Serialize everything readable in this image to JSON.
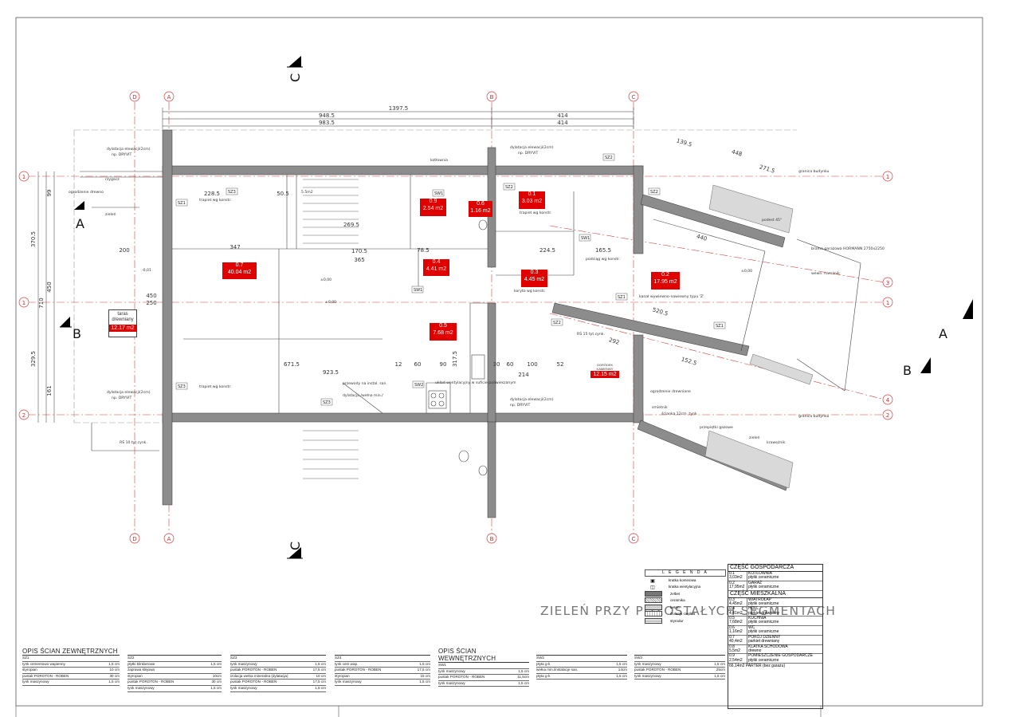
{
  "drawing_title": "ZIELEŃ PRZY POZOSTAŁYCH SEGMENTACH",
  "section_marks": {
    "c": "C",
    "a": "A",
    "b": "B"
  },
  "axes": {
    "d": "D",
    "a": "A",
    "b": "B",
    "c": "C",
    "r1": "1",
    "r2": "2",
    "r3": "3",
    "r4": "4"
  },
  "dims": {
    "d1397": "1397.5",
    "d948": "948.5",
    "d983": "983.5",
    "d414a": "414",
    "d414b": "414",
    "d2285": "228.5",
    "d505": "50.5",
    "d347": "347",
    "d2695": "269.5",
    "d1705": "170.5",
    "d365": "365",
    "d785": "78.5",
    "d2245": "224.5",
    "d1655": "165.5",
    "d6715": "671.5",
    "d9235": "923.5",
    "d3175": "317.5",
    "d214": "214",
    "d3705": "370.5",
    "d450": "450",
    "d3295": "329.5",
    "d710": "710",
    "d1395": "139.5",
    "d448": "448",
    "d2715": "271.5",
    "d440": "440",
    "d5205": "520.5",
    "d1525": "152.5",
    "d292": "292",
    "d200": "200",
    "d450b": "450",
    "d250": "250",
    "d60a": "60",
    "d90": "90",
    "d60b": "60",
    "d100": "100",
    "d52": "52",
    "d12": "12",
    "d30": "30",
    "d161": "161",
    "d99": "99"
  },
  "notes": {
    "n1": "dylatacja elewacji(2cm)",
    "n1b": "np. DRYVIT",
    "n2": "rzygacz",
    "n3": "ogrodzenie drewno",
    "n4": "zieleń",
    "n5": "trapiet wg konstr.",
    "n6": "kotłownia",
    "n7": "dylatacja elewacji(2cm)",
    "n8": "trapiet wg konstr.",
    "n9": "podciąg wg konstr.",
    "n10": "brama garażowa HORMANN 2750x2250",
    "n11": "granica budynku",
    "n12": "granica budynku",
    "n13": "podest 45°",
    "n14": "koryto wg konstr.",
    "n15": "kanał wywiewno-nawiewny typu 'Z'",
    "n16": "RŚ 15 tyt.cynk.",
    "n17": "przewody na instal. san.",
    "n18": "dylatacja /wełna min./",
    "n19": "układ wentylacyjny w suficie podwieszanym",
    "n20": "dylatacja elewacji(2cm)",
    "n21": "ogrodzenie drewniane",
    "n22": "smietnik",
    "n23": "ścianka 12cm ,tynk",
    "n24": "przepiętki gazowe",
    "n25": "zieleń",
    "n26": "krawężnik",
    "n27": "RŚ 10 tyt.cynk.",
    "n28": "±0,00",
    "n29": "±0,00",
    "n30": "±0,00",
    "n31": "-0,01",
    "n32": "trapiet wg konstr.",
    "n33": "wewn. narożnik",
    "n34": "5.5m2"
  },
  "rooms": [
    {
      "num": "0.7",
      "area": "40.04 m2"
    },
    {
      "num": "0.9",
      "area": "2.54 m2"
    },
    {
      "num": "0.6",
      "area": "1.16 m2"
    },
    {
      "num": "0.1",
      "area": "3.03 m2"
    },
    {
      "num": "0.4",
      "area": "4.41 m2"
    },
    {
      "num": "0.3",
      "area": "4.45 m2"
    },
    {
      "num": "0.5",
      "area": "7.68 m2"
    },
    {
      "num": "0.2",
      "area": "17.95 m2"
    },
    {
      "num": "taras drewniany",
      "area": "12.17 m2"
    },
    {
      "num": "OGRÓDEK KAMIENNY",
      "area": "12.15 m2"
    }
  ],
  "legend": {
    "title": "L E G E N D A",
    "items": [
      "kratka kominowa",
      "kratka wentylacyjna",
      "żelbet",
      "ceramika",
      "beton",
      "izolacja cieplna",
      "styrodur"
    ]
  },
  "summary": {
    "h1": "CZĘŚĆ GOSPODARCZA",
    "rows1": [
      {
        "a": "0.1",
        "b": "3,03m2",
        "c": "KOTŁOWNIA",
        "d": "płytki ceramiczne"
      },
      {
        "a": "0.2",
        "b": "17,95m2",
        "c": "GARAŻ",
        "d": "płytki ceramiczne"
      }
    ],
    "h2": "CZĘŚĆ MIESZKALNA",
    "rows2": [
      {
        "a": "0.3",
        "b": "4,45m2",
        "c": "WIATROŁAP",
        "d": "płytki ceramiczne"
      },
      {
        "a": "0.4",
        "b": "4,41m2",
        "c": "HOLL",
        "d": "parkiet drewniany"
      },
      {
        "a": "0.5",
        "b": "7,68m2",
        "c": "KUCHNIA",
        "d": "płytki ceramiczne"
      },
      {
        "a": "0.6",
        "b": "1,16m2",
        "c": "WC",
        "d": "płytki ceramiczne"
      },
      {
        "a": "0.7",
        "b": "40,4m2",
        "c": "POKÓJ DZIENNY",
        "d": "parkiet drewniany"
      },
      {
        "a": "0.8",
        "b": "5,5m2",
        "c": "KLATKA SCHODOWA",
        "d": "drewno"
      },
      {
        "a": "0.9",
        "b": "2,54m2",
        "c": "POMIESZCZENIE GOSPODARCZE",
        "d": "płytki ceramiczne"
      }
    ],
    "total": "66,14m2 PARTER (bez garażu)"
  },
  "wall_tables": [
    {
      "title": "OPIS ŚCIAN ZEWNĘTRZNYCH",
      "code": "SZ1",
      "rows": [
        [
          "tynk cementowo wapienny",
          "1,5 cm"
        ],
        [
          "styropian",
          "10 cm"
        ],
        [
          "pustak POROTON - ROBEN",
          "30 cm"
        ],
        [
          "tynk maszynowy",
          "1,5 cm"
        ]
      ]
    },
    {
      "title": "",
      "code": "SZ2",
      "rows": [
        [
          "płytki klinkierowe",
          "1,5 cm"
        ],
        [
          "zaprawa klejowa",
          ""
        ],
        [
          "styropian",
          "10cm"
        ],
        [
          "pustak POROTON - ROBEN",
          "30 cm"
        ],
        [
          "tynk maszynowy",
          "1,5 cm"
        ]
      ]
    },
    {
      "title": "",
      "code": "SZ3",
      "rows": [
        [
          "tynk maszynowy",
          "1,5 cm"
        ],
        [
          "pustak POROTON - ROBEN",
          "17,5 cm"
        ],
        [
          "izolacja wełna mineralna (dylatacja)",
          "10 cm"
        ],
        [
          "pustak POROTON - ROBEN",
          "17,5 cm"
        ],
        [
          "tynk maszynowy",
          "1,5 cm"
        ]
      ]
    },
    {
      "title": "",
      "code": "SZ4",
      "rows": [
        [
          "tynk cem.wap.",
          "1,5 cm"
        ],
        [
          "pustak POROTON - ROBEN",
          "17,5 cm"
        ],
        [
          "styropian",
          "15 cm"
        ],
        [
          "tynk maszynowy",
          "1,5 cm"
        ]
      ]
    },
    {
      "title": "OPIS ŚCIAN WEWNĘTRZNYCH",
      "code": "SW1",
      "rows": [
        [
          "tynk maszynowy",
          "1,5 cm"
        ],
        [
          "pustak POROTON - ROBEN",
          "11,5cm"
        ],
        [
          "tynk maszynowy",
          "1,5 cm"
        ]
      ]
    },
    {
      "title": "",
      "code": "SW2",
      "rows": [
        [
          "płyta g-k",
          "1,5 cm"
        ],
        [
          "wełna min./instalacje san.",
          "14cm"
        ],
        [
          "płyta g-k",
          "1,5 cm"
        ]
      ]
    },
    {
      "title": "",
      "code": "SW3",
      "rows": [
        [
          "tynk maszynowy",
          "1,5 cm"
        ],
        [
          "pustak POROTON - ROBEN",
          "25cm"
        ],
        [
          "tynk maszynowy",
          "1,5 cm"
        ]
      ]
    }
  ],
  "colors": {
    "room_fill": "#e00000",
    "wall": "#666666",
    "axis": "#d04040",
    "line": "#333333"
  }
}
